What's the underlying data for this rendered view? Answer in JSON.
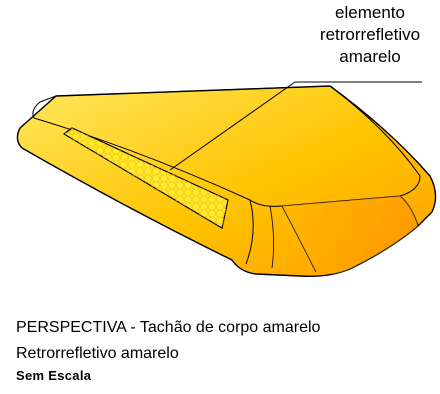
{
  "callout": {
    "lines": [
      "elemento",
      "retrorrefletivo",
      "amarelo"
    ]
  },
  "caption": {
    "line1": "PERSPECTIVA - Tachão de corpo amarelo",
    "line2": "Retrorrefletivo amarelo",
    "line3": "Sem  Escala"
  },
  "colors": {
    "body_light": "#ffe04a",
    "body_main": "#ffc400",
    "body_dark": "#ff9a00",
    "reflector": "#ffea33",
    "outline": "#000000"
  }
}
